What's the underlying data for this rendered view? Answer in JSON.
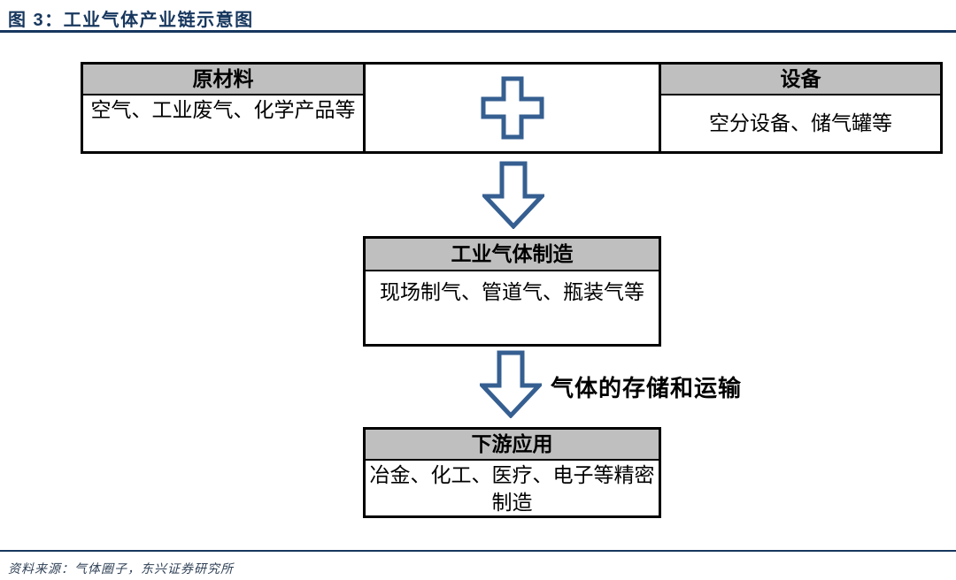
{
  "header": {
    "title": "图 3：工业气体产业链示意图"
  },
  "diagram": {
    "raw_materials": {
      "title": "原材料",
      "content": "空气、工业废气、化学产品等"
    },
    "plus_icon": "plus-icon",
    "equipment": {
      "title": "设备",
      "content": "空分设备、储气罐等"
    },
    "manufacturing": {
      "title": "工业气体制造",
      "content": "现场制气、管道气、瓶装气等"
    },
    "transport_label": "气体的存储和运输",
    "downstream": {
      "title": "下游应用",
      "content": "冶金、化工、医疗、电子等精密制造"
    }
  },
  "footer": {
    "source": "资料来源：气体圈子，东兴证券研究所"
  },
  "colors": {
    "accent_navy": "#17375E",
    "arrow_blue": "#365F91",
    "header_gray": "#BFBFBF",
    "border_black": "#000000",
    "source_gray": "#2F4156"
  }
}
